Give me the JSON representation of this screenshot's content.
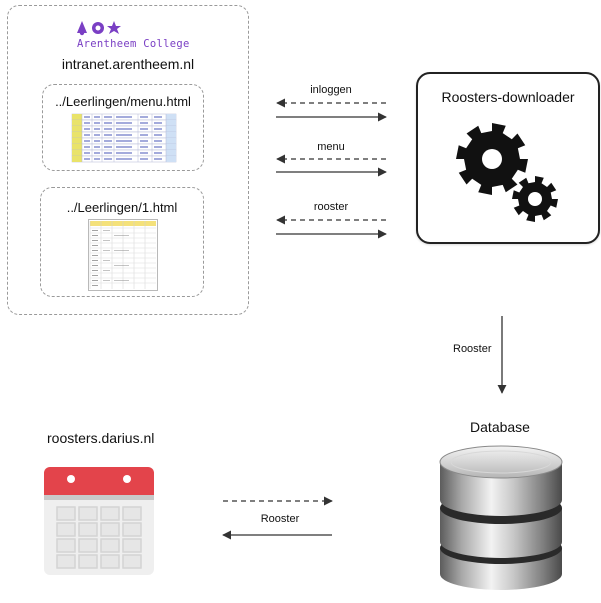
{
  "intranet": {
    "logo_text": "Arentheem College",
    "domain": "intranet.arentheem.nl",
    "menu_page": {
      "path": "../Leerlingen/menu.html"
    },
    "rooster_page": {
      "path": "../Leerlingen/1.html"
    }
  },
  "downloader": {
    "title": "Roosters-downloader",
    "icon": "gears-icon"
  },
  "exchanges": [
    {
      "label": "inloggen"
    },
    {
      "label": "menu"
    },
    {
      "label": "rooster"
    }
  ],
  "db_link": {
    "label": "Rooster"
  },
  "database": {
    "title": "Database",
    "icon": "database-icon"
  },
  "website": {
    "domain": "roosters.darius.nl",
    "icon": "calendar-icon"
  },
  "site_link": {
    "label": "Rooster"
  },
  "colors": {
    "logo_purple": "#7a3fc4",
    "calendar_red": "#e3444b",
    "arrow": "#333333"
  }
}
